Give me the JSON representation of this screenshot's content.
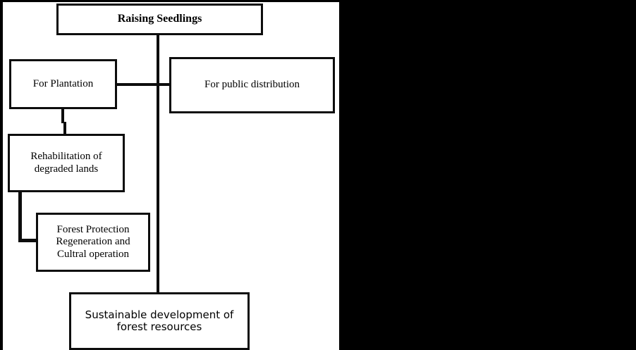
{
  "figure": {
    "type": "flowchart",
    "orientation": "top-down",
    "background": "#ffffff",
    "line_color": "#0d0d0d",
    "nodes": [
      {
        "id": "root",
        "label": "Raising Seedlings"
      },
      {
        "id": "plantation",
        "label": "For Plantation"
      },
      {
        "id": "public",
        "label": "For public distribution"
      },
      {
        "id": "rehab",
        "label": "Rehabilitation of\ndegraded lands"
      },
      {
        "id": "forest",
        "label": "Forest Protection\nRegeneration and\nCultral operation"
      },
      {
        "id": "sustain",
        "label": "Sustainable development of\nforest resources"
      }
    ],
    "edges": [
      {
        "from": "root",
        "to": "plantation"
      },
      {
        "from": "root",
        "to": "public"
      },
      {
        "from": "plantation",
        "to": "rehab"
      },
      {
        "from": "rehab",
        "to": "forest"
      },
      {
        "from": "root",
        "to": "sustain"
      }
    ]
  }
}
